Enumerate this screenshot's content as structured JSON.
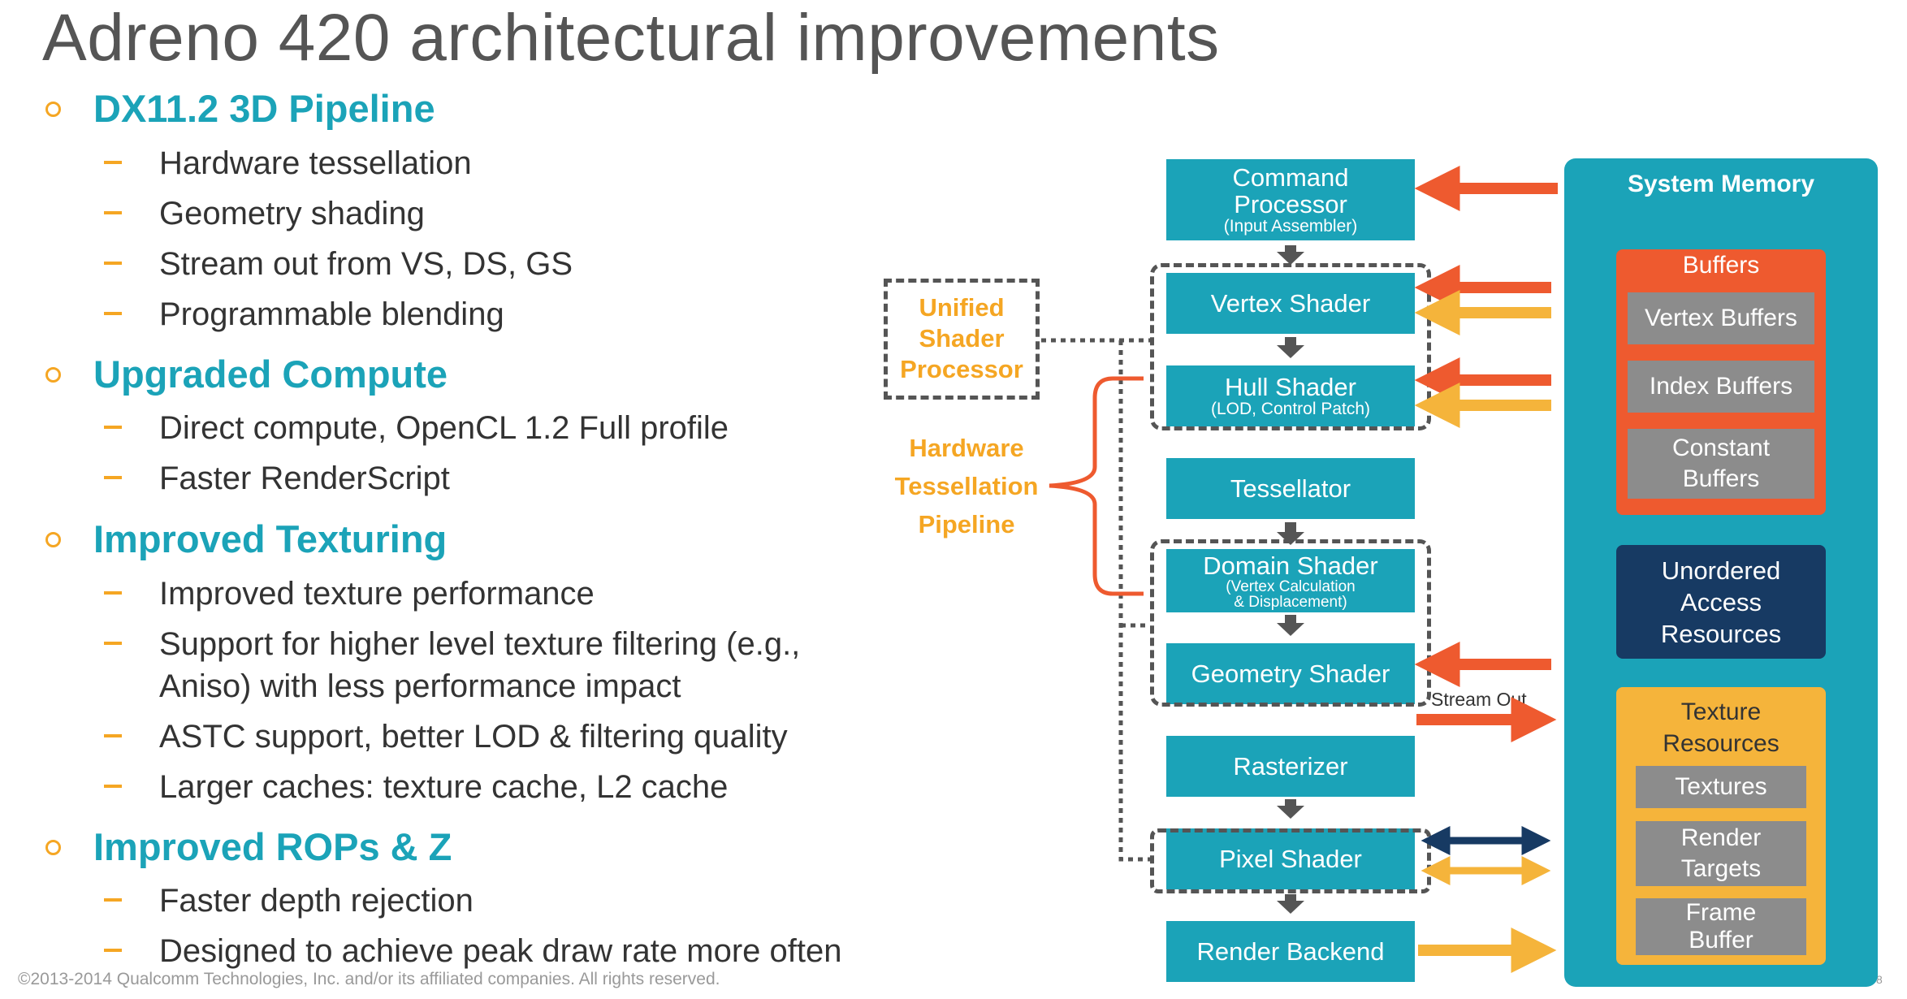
{
  "title": "Adreno 420 architectural improvements",
  "sections": [
    {
      "heading": "DX11.2 3D Pipeline",
      "items": [
        "Hardware tessellation",
        "Geometry shading",
        "Stream out from VS, DS, GS",
        "Programmable blending"
      ]
    },
    {
      "heading": "Upgraded Compute",
      "items": [
        "Direct compute, OpenCL 1.2 Full profile",
        "Faster RenderScript"
      ]
    },
    {
      "heading": "Improved Texturing",
      "items": [
        "Improved texture performance",
        "Support for higher level texture filtering (e.g.,",
        "Aniso) with less performance impact",
        "ASTC support, better LOD & filtering quality",
        "Larger caches: texture cache, L2 cache"
      ]
    },
    {
      "heading": "Improved ROPs & Z",
      "items": [
        "Faster depth rejection",
        "Designed to achieve peak draw rate more often"
      ]
    }
  ],
  "footer": "©2013-2014 Qualcomm Technologies, Inc. and/or its affiliated companies.  All rights reserved.",
  "page_number": "8",
  "pipeline": {
    "command_processor": {
      "line1": "Command",
      "line2": "Processor",
      "sub": "(Input Assembler)"
    },
    "vertex_shader": "Vertex Shader",
    "hull_shader": {
      "main": "Hull Shader",
      "sub": "(LOD, Control Patch)"
    },
    "tessellator": "Tessellator",
    "domain_shader": {
      "main": "Domain Shader",
      "sub1": "(Vertex Calculation",
      "sub2": "& Displacement)"
    },
    "geometry_shader": "Geometry Shader",
    "rasterizer": "Rasterizer",
    "pixel_shader": "Pixel Shader",
    "render_backend": "Render Backend",
    "stream_out": "Stream Out"
  },
  "labels": {
    "unified_shader": [
      "Unified",
      "Shader",
      "Processor"
    ],
    "hw_tessellation": [
      "Hardware",
      "Tessellation",
      "Pipeline"
    ]
  },
  "system_memory": {
    "title": "System Memory",
    "buffers": {
      "title": "Buffers",
      "vertex": "Vertex Buffers",
      "index": "Index Buffers",
      "constant1": "Constant",
      "constant2": "Buffers"
    },
    "uav": [
      "Unordered",
      "Access",
      "Resources"
    ],
    "texture": {
      "title1": "Texture",
      "title2": "Resources",
      "textures": "Textures",
      "render1": "Render",
      "render2": "Targets",
      "frame1": "Frame",
      "frame2": "Buffer"
    }
  },
  "colors": {
    "teal": "#1BA3B8",
    "orange_red": "#EE5A2F",
    "amber": "#F5B43B",
    "navy": "#173A63",
    "gray": "#8C8C8C",
    "label_orange": "#F5A623"
  }
}
